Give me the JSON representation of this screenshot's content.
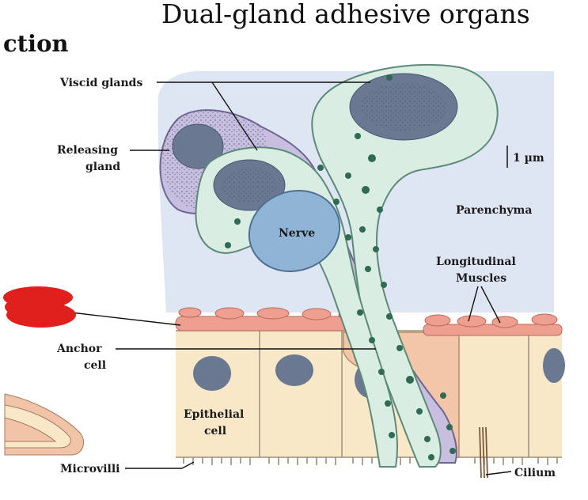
{
  "header": {
    "title": "Dual-gland adhesive organs",
    "section_fragment": "ction"
  },
  "labels": {
    "viscid_glands": "Viscid glands",
    "releasing_gland_line1": "Releasing",
    "releasing_gland_line2": "gland",
    "scale_bar": "1 µm",
    "parenchyma": "Parenchyma",
    "nerve": "Nerve",
    "longitudinal_line1": "Longitudinal",
    "longitudinal_line2": "Muscles",
    "anchor_line1": "Anchor",
    "anchor_line2": "cell",
    "epithelial_line1": "Epithelial",
    "epithelial_line2": "cell",
    "microvilli": "Microvilli",
    "cilium": "Cilium"
  },
  "colors": {
    "parenchyma_bg": "#dfe6f3",
    "viscid_gland": "#d9ede3",
    "releasing_gland": "#c8bfe0",
    "nucleus": "#6b7892",
    "nerve": "#8fb4d6",
    "epithelium": "#f8e8c8",
    "anchor_cell": "#f2c6a6",
    "muscle": "#ef9f8f",
    "redaction": "#e0201c"
  }
}
